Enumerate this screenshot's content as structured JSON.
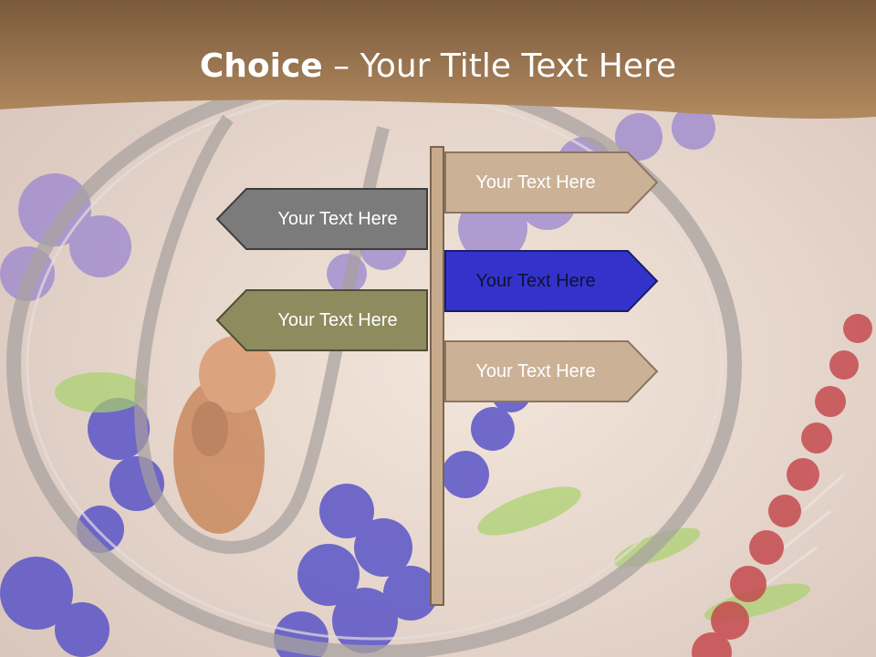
{
  "title": {
    "bold": "Choice",
    "rest": " – Your Title Text Here"
  },
  "colors": {
    "header": "#a07e57",
    "post": "#c8ab8c",
    "tan_sign": "#cbb196",
    "gray_sign": "#7b7b7b",
    "olive_sign": "#8e8c5e",
    "blue_sign": "#3333cc"
  },
  "signs": {
    "right": [
      {
        "label": "Your Text Here"
      },
      {
        "label": "Your Text Here"
      },
      {
        "label": "Your Text Here"
      }
    ],
    "left": [
      {
        "label": "Your Text Here"
      },
      {
        "label": "Your Text Here"
      }
    ]
  }
}
